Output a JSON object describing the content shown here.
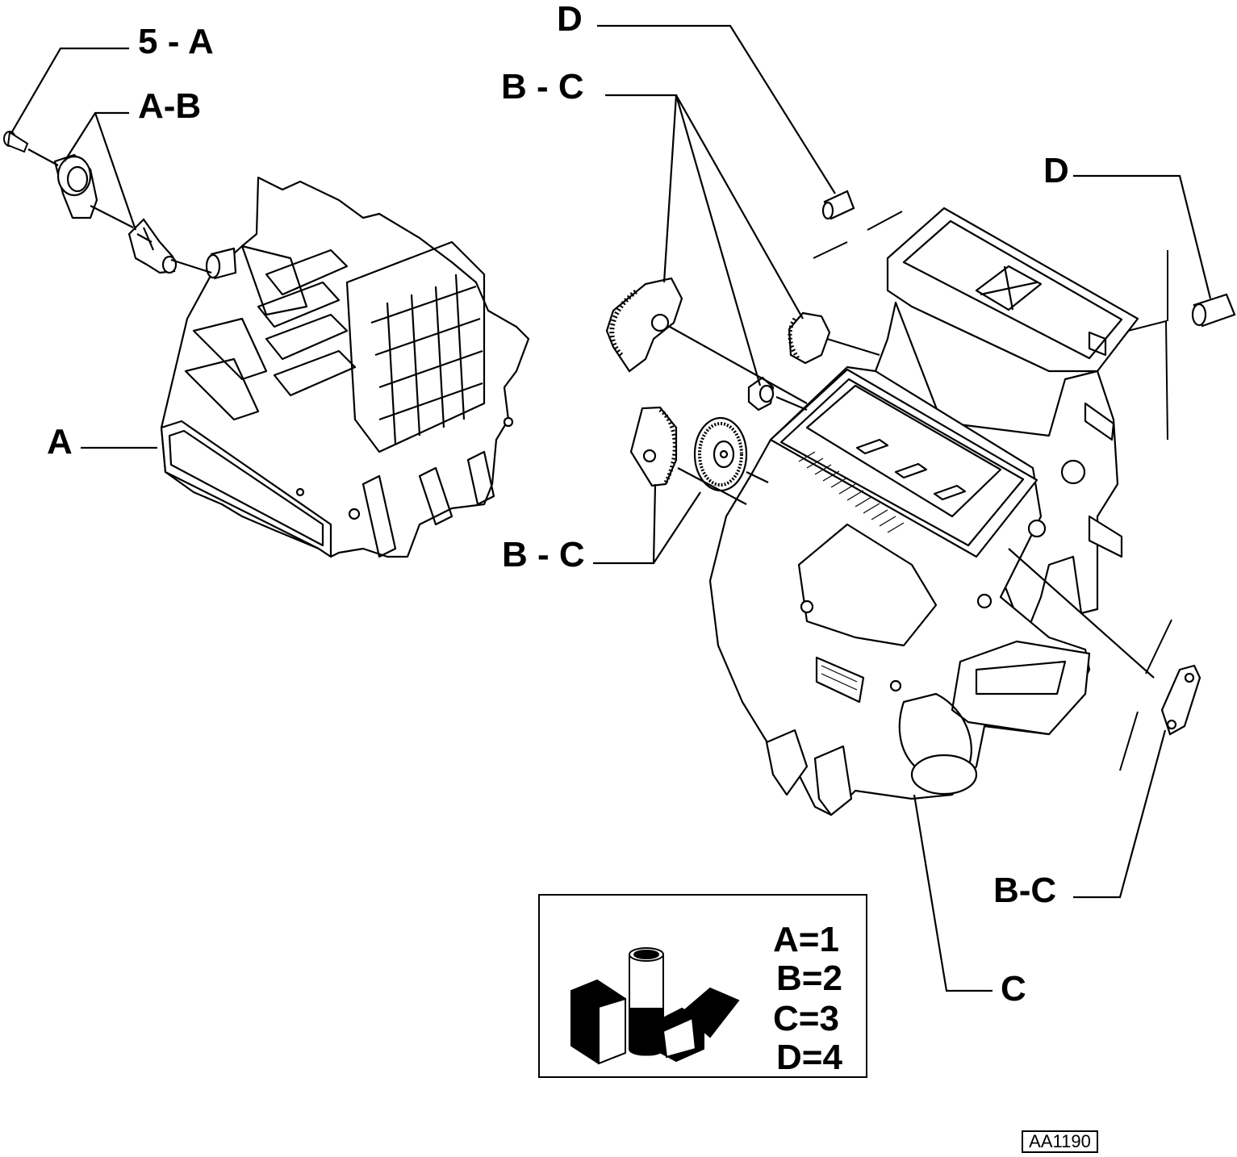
{
  "callouts": {
    "screw_5a": "5 - A",
    "clip_ab": "A-B",
    "housing_a": "A",
    "cap_d_top": "D",
    "levers_bc_top": "B - C",
    "cap_d_right": "D",
    "gears_bc_left": "B - C",
    "lever_bc_right": "B-C",
    "housing_c": "C"
  },
  "legend": {
    "lines": [
      "A=1",
      "B=2",
      "C=3",
      "D=4"
    ],
    "icon": "fiat-parts-packaging-icon"
  },
  "drawing_code": "AA1190"
}
